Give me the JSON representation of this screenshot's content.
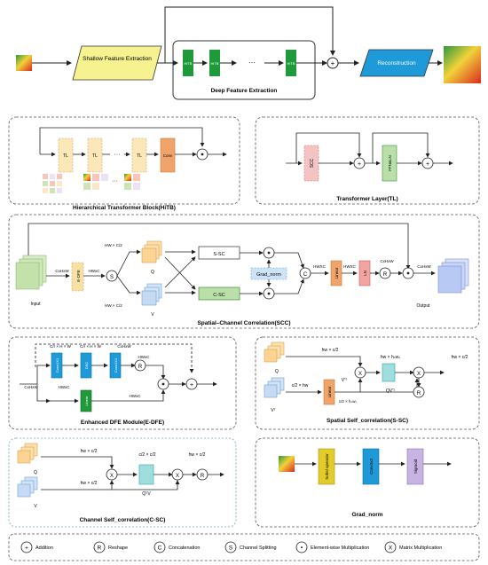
{
  "top": {
    "shallow": "Shallow Feature Extraction",
    "hitb": "HiTB",
    "dots": "···",
    "deep_title": "Deep  Feature Extraction",
    "recon": "Reconstruction"
  },
  "hitb_panel": {
    "title": "Hierarchical Transformer Block(HiTB)",
    "tl": "TL",
    "conv": "Conv",
    "dots": "···"
  },
  "tl_panel": {
    "title": "Transformer Layer(TL)",
    "scc": "SCC",
    "ffn": "FFN&LN"
  },
  "scc_panel": {
    "title": "Spatial–Channel Correlation(SCC)",
    "input": "Input",
    "output": "Output",
    "chxhxw": "CxHxW",
    "edfe": "E-DFE",
    "hwxc": "HWxC",
    "s": "S",
    "q": "Q",
    "v": "V",
    "split_q": "HW × C/2",
    "split_v": "HW × C/2",
    "ssc": "S-SC",
    "csc": "C-SC",
    "grad": "Grad_norm",
    "c": "C",
    "hwxc2": "HWXC",
    "linear": "Linear",
    "hwxc3": "HWXC",
    "ln": "LN",
    "r": "R",
    "chxhxw2": "CxHxW",
    "chxhxw3": "CxHxW"
  },
  "edfe_panel": {
    "title": "Enhanced DFE Module(E-DFE)",
    "f1": "C/r × H × W",
    "f2": "C/r × H × W",
    "f3": "CxHxW",
    "conv1": "Conv1X1",
    "dsc": "DSC",
    "conv2": "Conv1X1",
    "in_dim": "CxHxW",
    "hwxc_a": "HWxC",
    "hwxc_b": "HWxC",
    "hwxc_c": "HWxC",
    "r": "R",
    "linear": "Linear"
  },
  "ssc_panel": {
    "title": "Spatial Self_correlation(S-SC)",
    "q": "Q",
    "vt": "Vᵀ",
    "q_dim": "hw × c/2",
    "v_dim": "c/2 × hw",
    "linear": "Linear",
    "vt2": "V′ᵀ",
    "v_dim2": "c/2 × hₛwₛ",
    "mid_dim": "hw × hₛwₛ",
    "qv": "QV′ᵀ",
    "out_dim": "hw × c/2",
    "r": "R"
  },
  "csc_panel": {
    "title": "Channel Self_correlation(C-SC)",
    "q": "Q",
    "v": "V",
    "q_dim": "hw × c/2",
    "v_dim": "hw × c/2",
    "mid_dim": "c/2 × c/2",
    "qtv": "QᵀV",
    "out_dim": "hw × c/2",
    "r": "R"
  },
  "grad_panel": {
    "title": "Grad_norm",
    "sobel": "Sobel operator",
    "conv": "Conv3x3",
    "sigmoid": "Sigmoid"
  },
  "legend": {
    "items": [
      {
        "sym": "+",
        "label": "Addition"
      },
      {
        "sym": "R",
        "label": "Reshape"
      },
      {
        "sym": "C",
        "label": "Concatenation"
      },
      {
        "sym": "S",
        "label": "Channel Splitting"
      },
      {
        "sym": "•",
        "label": "Element-wise Multiplication"
      },
      {
        "sym": "X",
        "label": "Matrix Multiplication"
      }
    ]
  },
  "colors": {
    "yellow": "#f5f28f",
    "green": "#1f9a3a",
    "blue": "#1e9ad8",
    "orange": "#f0a46a",
    "pink": "#f4c3c3",
    "lightblue": "#cfe3f7",
    "lightgreen": "#b9e0a9",
    "tan": "#fbe7b8"
  }
}
